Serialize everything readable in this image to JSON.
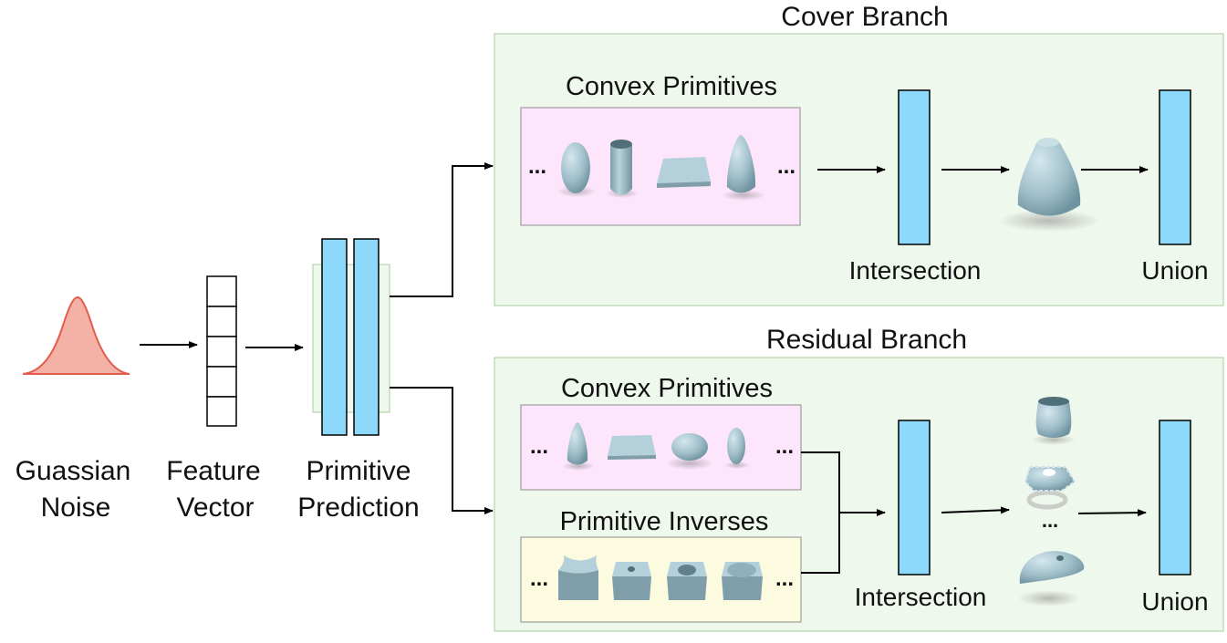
{
  "input": {
    "line1": "Guassian",
    "line2": "Noise"
  },
  "feature": {
    "line1": "Feature",
    "line2": "Vector"
  },
  "prediction": {
    "line1": "Primitive",
    "line2": "Prediction"
  },
  "cover_branch": {
    "title": "Cover Branch",
    "convex_title": "Convex Primitives",
    "ellipsis": "...",
    "intersection_label": "Intersection",
    "union_label": "Union"
  },
  "residual_branch": {
    "title": "Residual Branch",
    "convex_title": "Convex Primitives",
    "inverse_title": "Primitive Inverses",
    "ellipsis": "...",
    "intersection_label": "Intersection",
    "union_label": "Union"
  },
  "colors": {
    "gaussian": "#f4b2a6",
    "gaussian_line": "#e35b4a",
    "bar": "#8dd9fb",
    "branch_bg": "#eff8ec",
    "convex_bg": "#fde5fb",
    "inverse_bg": "#fdfbdf",
    "shape": "#9fbec9"
  }
}
